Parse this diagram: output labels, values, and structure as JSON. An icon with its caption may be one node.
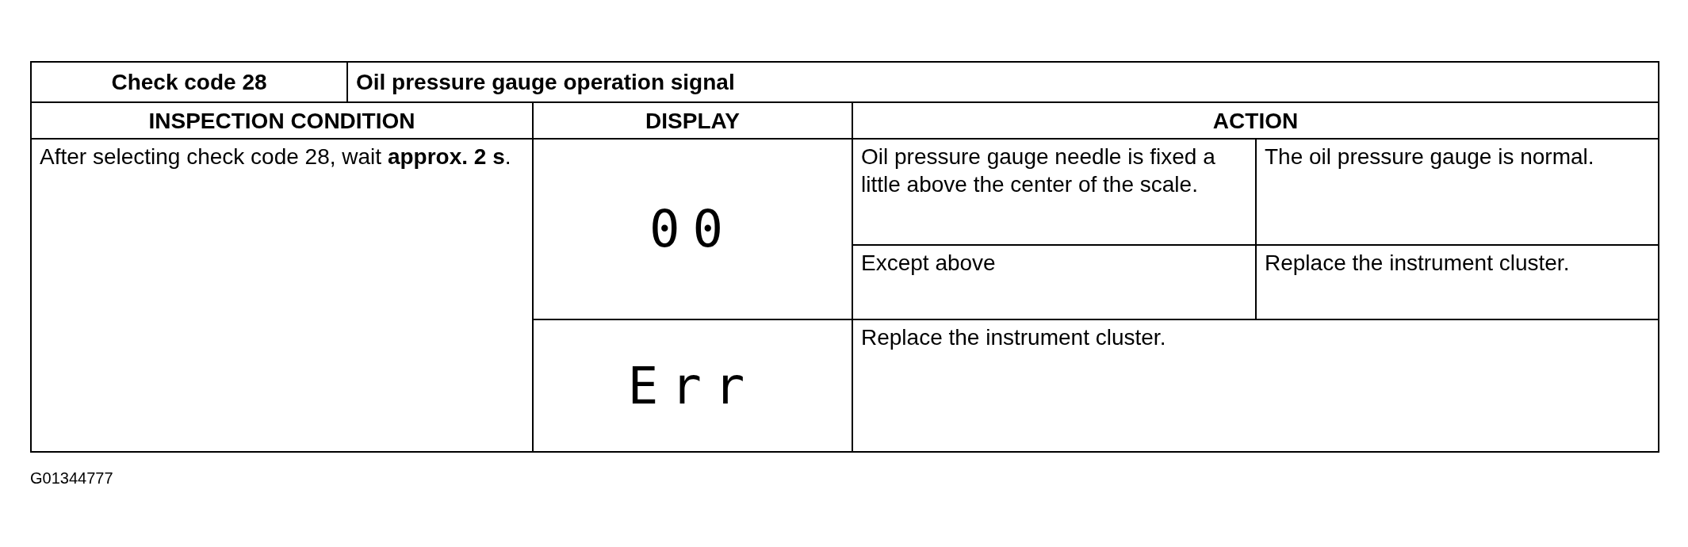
{
  "diagram": {
    "labels": [
      "Check code 28",
      "Oil pressure gauge operation signal",
      "INSPECTION CONDITION",
      "DISPLAY",
      "ACTION",
      "After selecting check code 28, wait **approx. 2 s**.",
      "00",
      "Oil pressure gauge needle is fixed a little above the center of the scale.",
      "The oil pressure gauge is normal.",
      "Except above",
      "Replace the instrument cluster.",
      "Err",
      "Replace the instrument cluster.",
      "G01344777"
    ]
  }
}
